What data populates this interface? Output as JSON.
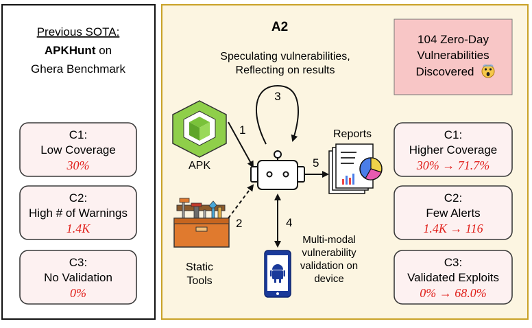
{
  "left_panel": {
    "title_line1": "Previous SOTA:",
    "title_bold": "APKHunt",
    "title_rest": " on",
    "title_line3": "Ghera Benchmark",
    "cards": [
      {
        "label": "C1:",
        "desc": "Low Coverage",
        "value": "30%"
      },
      {
        "label": "C2:",
        "desc": "High # of Warnings",
        "value": "1.4K"
      },
      {
        "label": "C3:",
        "desc": "No  Validation",
        "value": "0%"
      }
    ]
  },
  "main": {
    "title": "A2",
    "callout": {
      "line1": "104 Zero-Day",
      "line2": "Vulnerabilities",
      "line3": "Discovered",
      "emoji": "😱"
    },
    "speculating": {
      "line1": "Speculating vulnerabilities,",
      "line2": "Reflecting on results"
    },
    "apk_label": "APK",
    "tools_label_1": "Static",
    "tools_label_2": "Tools",
    "reports_label": "Reports",
    "validation": {
      "line1": "Multi-modal",
      "line2": "vulnerability",
      "line3": "validation on",
      "line4": "device"
    },
    "steps": [
      "1",
      "2",
      "3",
      "4",
      "5"
    ],
    "results": [
      {
        "label": "C1:",
        "desc": "Higher Coverage",
        "value": "30% → 71.7%"
      },
      {
        "label": "C2:",
        "desc": "Few Alerts",
        "value": "1.4K → 116"
      },
      {
        "label": "C3:",
        "desc": "Validated Exploits",
        "value": "0% → 68.0%"
      }
    ]
  },
  "colors": {
    "main_border": "#c9a227",
    "main_bg": "#fcf5e1",
    "callout_bg": "#f8c6c6",
    "card_bg": "#fdf1f1",
    "card_border": "#3a3a3a",
    "value_red": "#e0201b",
    "apk_green": "#8fcf4a",
    "tool_orange": "#e07a2e",
    "phone_blue": "#1a3a9a"
  }
}
